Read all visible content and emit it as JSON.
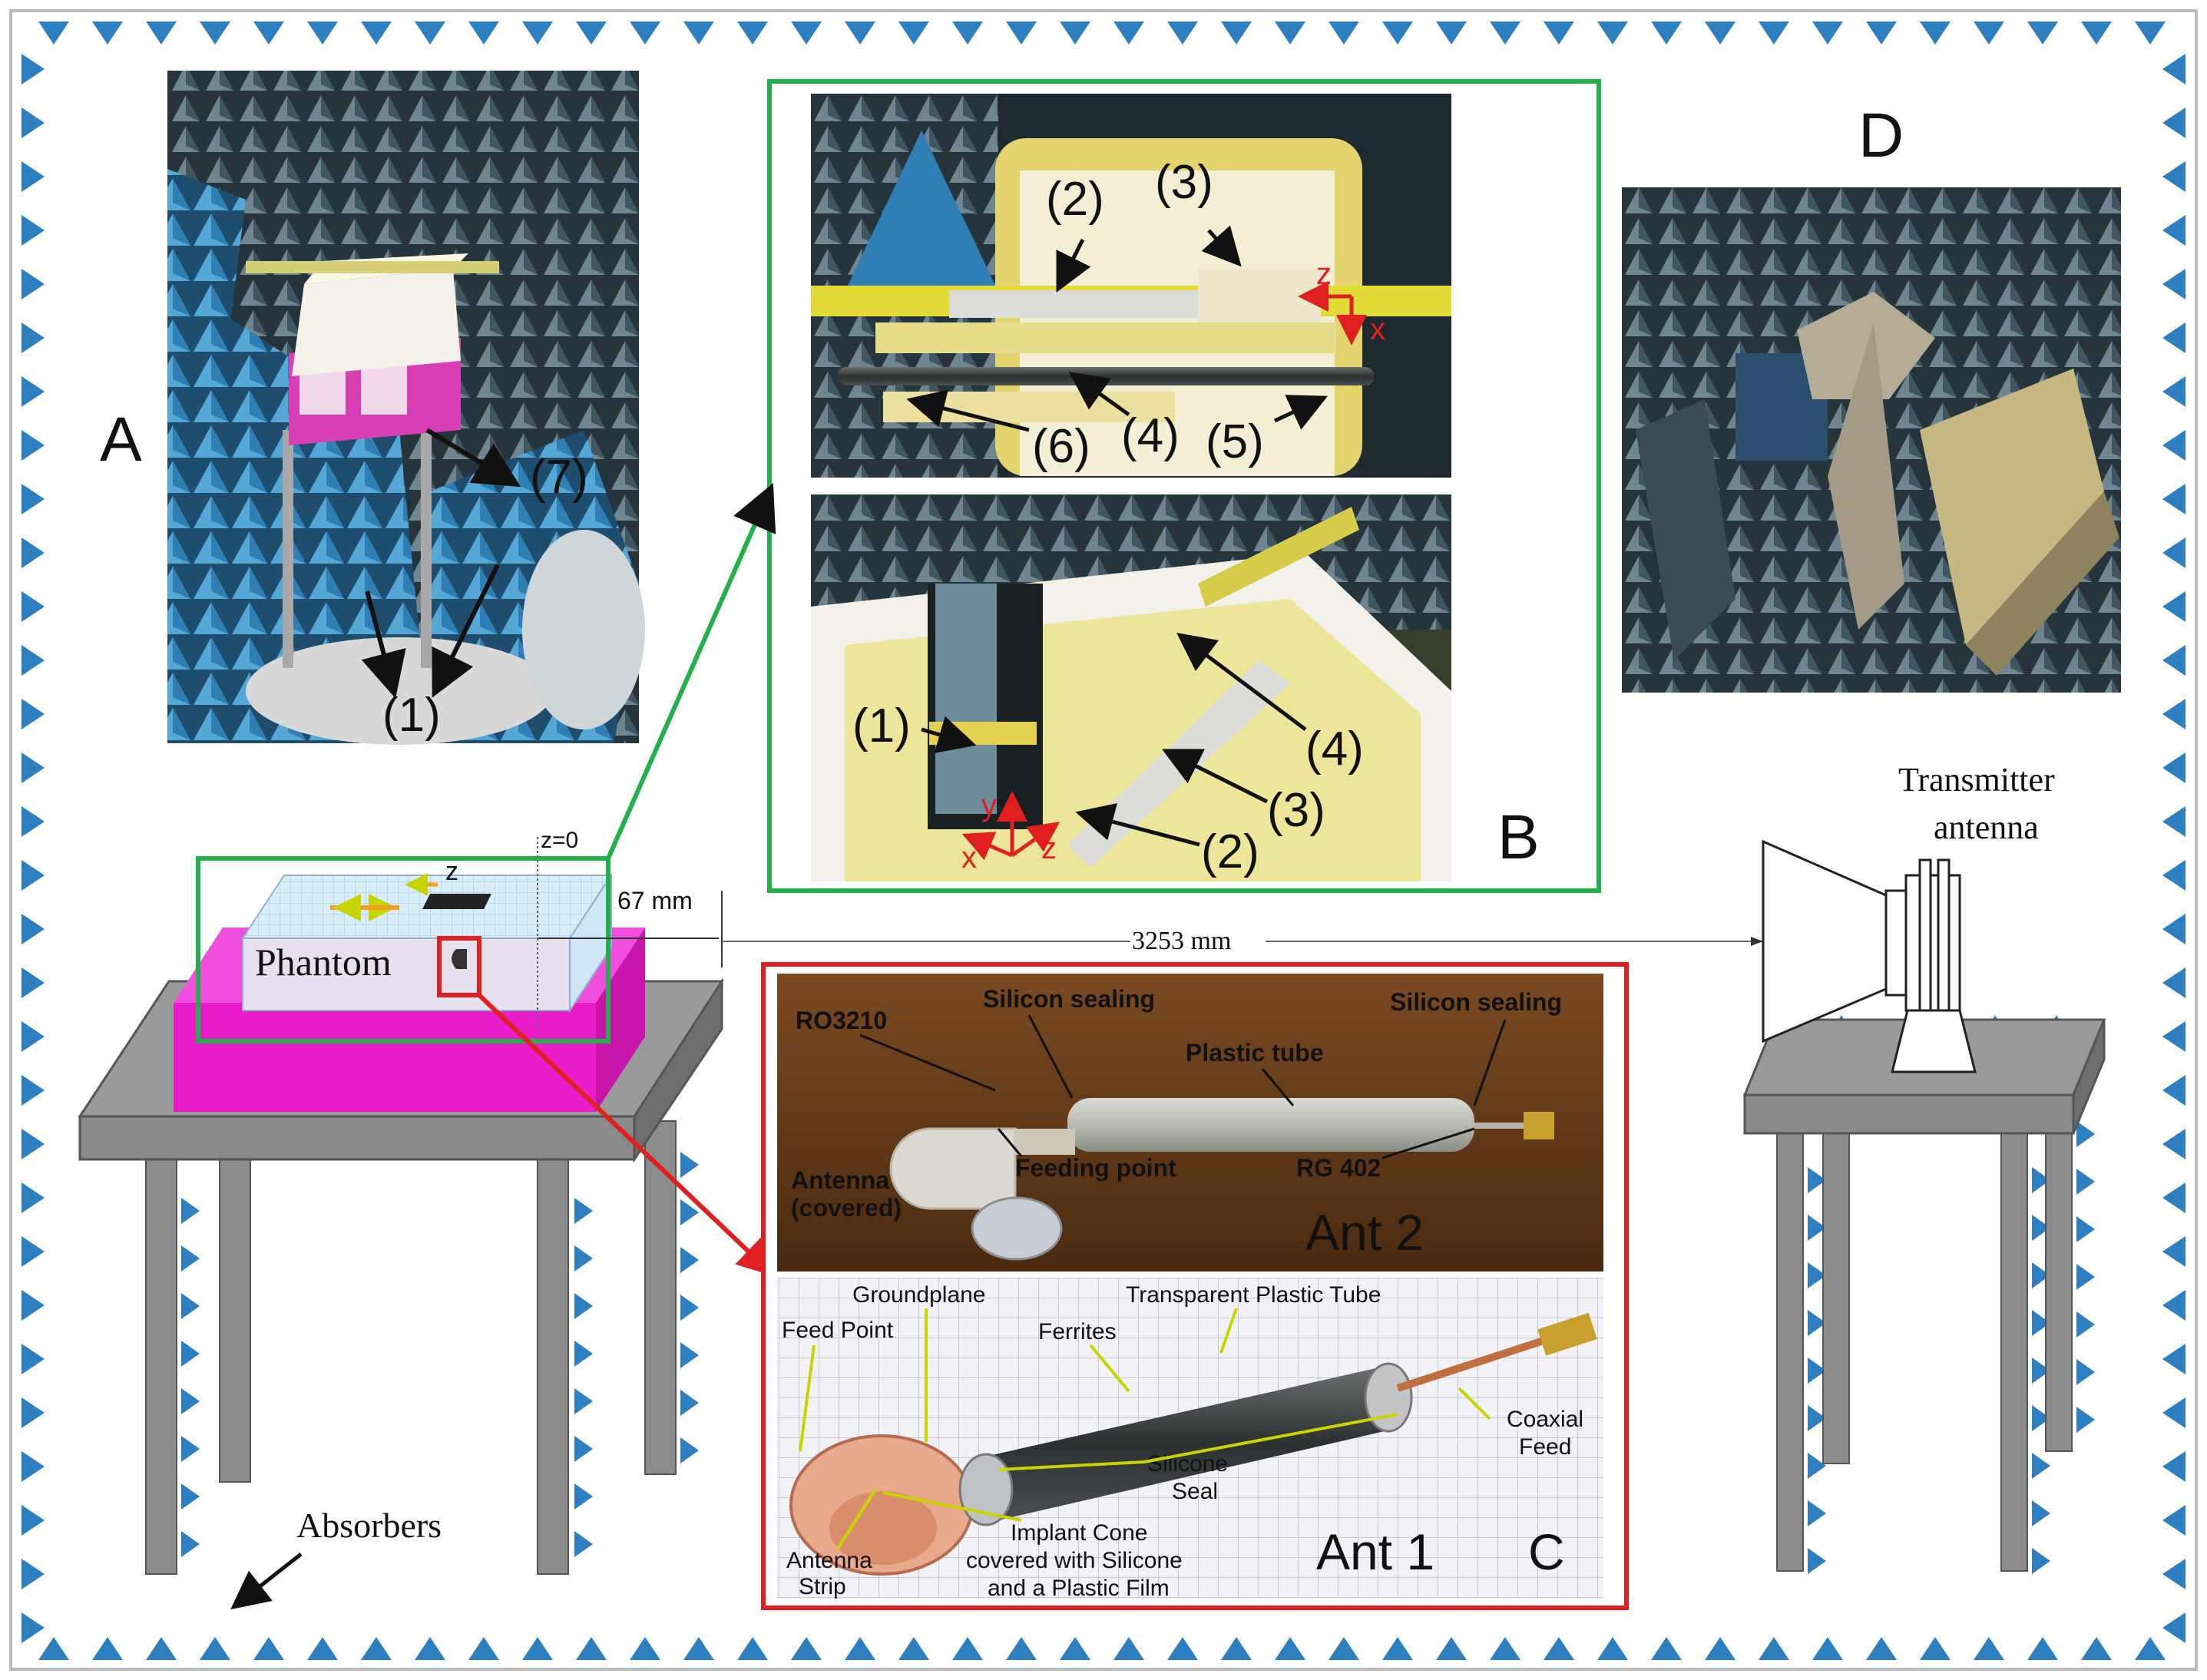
{
  "colors": {
    "absorber": "#2e7fbf",
    "green_box": "#22b04a",
    "red_box": "#e02020",
    "phantom_magenta": "#e81cc8",
    "table_gray": "#8a8a8a",
    "chamber_blue": "#3c8fc4"
  },
  "panels": {
    "A": {
      "letter": "A",
      "labels": {
        "l7": "(7)",
        "l1": "(1)"
      }
    },
    "B": {
      "letter": "B",
      "top": {
        "l2": "(2)",
        "l3": "(3)",
        "l6": "(6)",
        "l4": "(4)",
        "l5": "(5)",
        "z": "z",
        "x": "x"
      },
      "bottom": {
        "l1": "(1)",
        "l4": "(4)",
        "l3": "(3)",
        "l2": "(2)",
        "y": "y",
        "x": "x",
        "z": "z"
      }
    },
    "C": {
      "letter": "C",
      "ant2": {
        "title": "Ant 2",
        "ro3210": "RO3210",
        "silicon1": "Silicon sealing",
        "silicon2": "Silicon sealing",
        "plastic_tube": "Plastic tube",
        "antenna_covered_1": "Antenna",
        "antenna_covered_2": "(covered)",
        "feeding_point": "Feeding point",
        "rg402": "RG 402"
      },
      "ant1": {
        "title": "Ant 1",
        "groundplane": "Groundplane",
        "transparent_tube": "Transparent Plastic Tube",
        "feed_point": "Feed Point",
        "ferrites": "Ferrites",
        "coaxial_1": "Coaxial",
        "coaxial_2": "Feed",
        "silicone_1": "Silicone",
        "silicone_2": "Seal",
        "cone_1": "Implant Cone",
        "cone_2": "covered with Silicone",
        "cone_3": "and a Plastic Film",
        "strip_1": "Antenna",
        "strip_2": "Strip"
      }
    },
    "D": {
      "letter": "D"
    }
  },
  "setup": {
    "phantom": "Phantom",
    "z_axis": "z",
    "z0": "z=0",
    "gap": "67 mm",
    "distance": "3253 mm",
    "transmitter_1": "Transmitter",
    "transmitter_2": "antenna",
    "absorbers": "Absorbers"
  }
}
